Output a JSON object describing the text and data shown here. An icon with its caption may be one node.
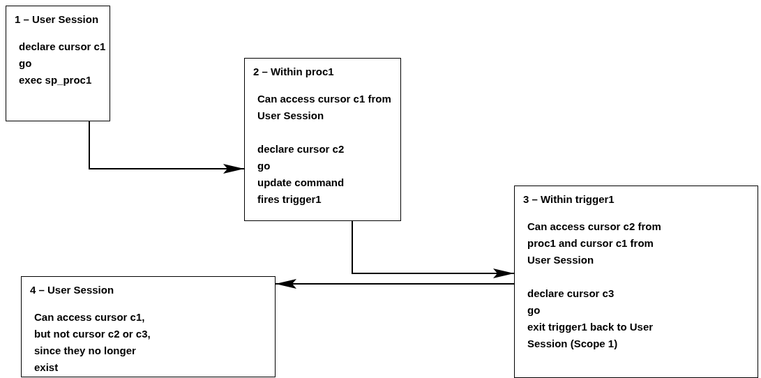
{
  "diagram": {
    "nodes": [
      {
        "text": [
          "1 – User Session",
          "declare cursor c1",
          "go",
          "exec sp_proc1"
        ]
      },
      {
        "text": [
          "2 – Within proc1",
          "Can access cursor c1 from User Session",
          "declare cursor c2",
          "go",
          "update command",
          "fires trigger1"
        ]
      },
      {
        "text": [
          "3 – Within trigger1",
          "Can access cursor c2 from proc1 and cursor c1 from User Session",
          "declare cursor c3",
          "go",
          "exit trigger1 back to User Session (Scope 1)"
        ]
      },
      {
        "text": [
          "4 – User Session",
          "Can access cursor c1, but not cursor c2 or c3, since they no longer exist"
        ]
      }
    ],
    "edges": [
      {
        "from": 0,
        "to": 1,
        "arrow": "to"
      },
      {
        "from": 1,
        "to": 2,
        "arrow": "to"
      },
      {
        "from": 2,
        "to": 3,
        "arrow": "to"
      }
    ]
  }
}
